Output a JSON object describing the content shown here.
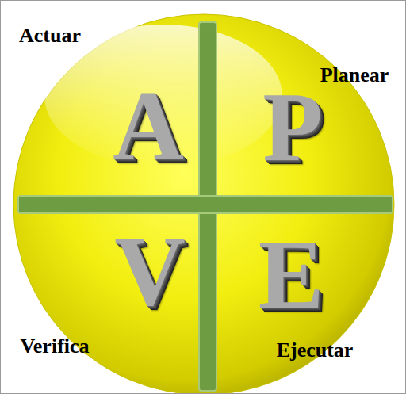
{
  "diagram": {
    "labels": [
      "Actuar",
      "Planear",
      "A",
      "P",
      "V",
      "E",
      "Verifica",
      "Ejecutar"
    ]
  }
}
